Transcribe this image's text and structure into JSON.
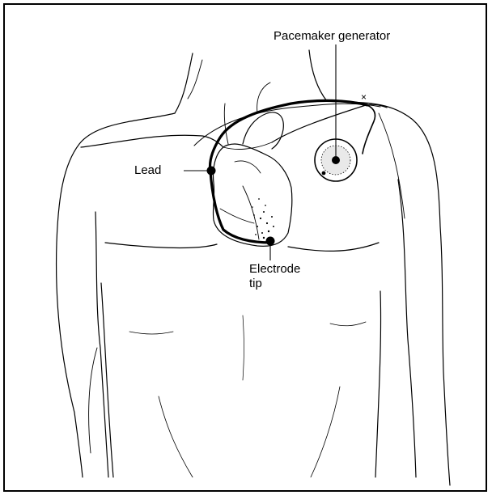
{
  "labels": {
    "pacemaker_generator": "Pacemaker generator",
    "lead": "Lead",
    "electrode_tip": "Electrode\ntip"
  },
  "colors": {
    "ink": "#000000",
    "paper": "#ffffff"
  }
}
